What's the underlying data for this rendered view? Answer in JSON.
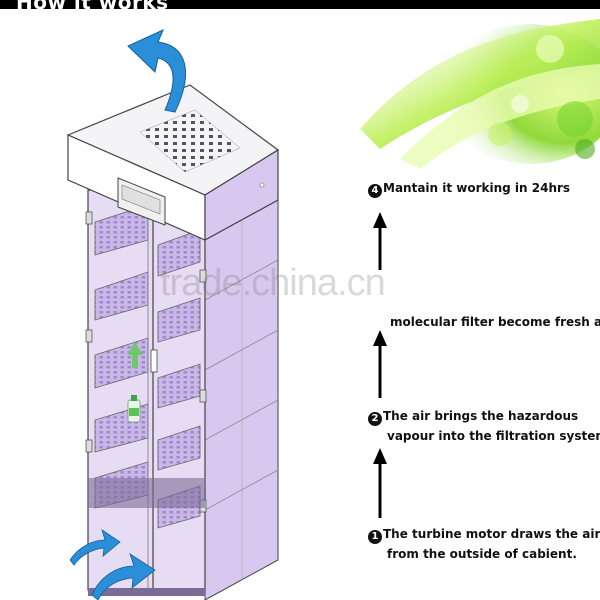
{
  "header": {
    "title": "How it works"
  },
  "watermark": {
    "text": "trade.china.cn"
  },
  "steps": [
    {
      "num": "4",
      "text": "Mantain it working in 24hrs"
    },
    {
      "text": "molecular filter become fresh air."
    },
    {
      "num": "2",
      "line1": "The air brings the hazardous",
      "line2": "vapour into the filtration system."
    },
    {
      "num": "1",
      "line1": "The turbine motor draws the air",
      "line2": "from the outside of cabient."
    }
  ],
  "colors": {
    "cabinet_purple": "#c9b8e6",
    "cabinet_light": "#e6dcf4",
    "arrow_blue": "#2a8fd8",
    "grid_purple": "#9e8ad0",
    "deco_green": "#9fdf3a"
  },
  "icons": [
    "air-in-arrow-icon",
    "air-out-arrow-icon",
    "up-arrow-icon",
    "bottle-icon"
  ]
}
